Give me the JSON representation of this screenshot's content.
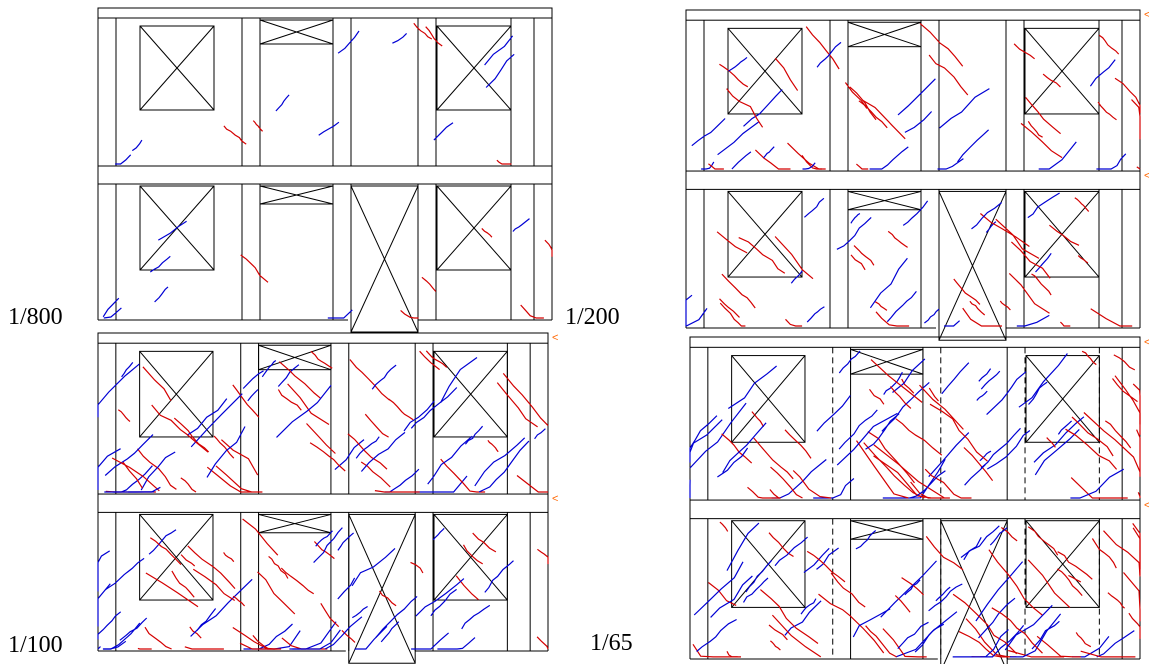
{
  "panels": [
    {
      "id": "p800",
      "label": "1/800",
      "density": 0.1,
      "has_markers": false,
      "dashed_piers": false
    },
    {
      "id": "p200",
      "label": "1/200",
      "density": 0.55,
      "has_markers": true,
      "dashed_piers": false
    },
    {
      "id": "p100",
      "label": "1/100",
      "density": 0.85,
      "has_markers": true,
      "dashed_piers": false
    },
    {
      "id": "p65",
      "label": "1/65",
      "density": 1.0,
      "has_markers": true,
      "dashed_piers": true
    }
  ],
  "colors": {
    "frame": "#000000",
    "crack_red": "#d40000",
    "crack_blue": "#0000d4",
    "marker": "#ff6600"
  },
  "icons": {
    "floor_marker": "<"
  }
}
